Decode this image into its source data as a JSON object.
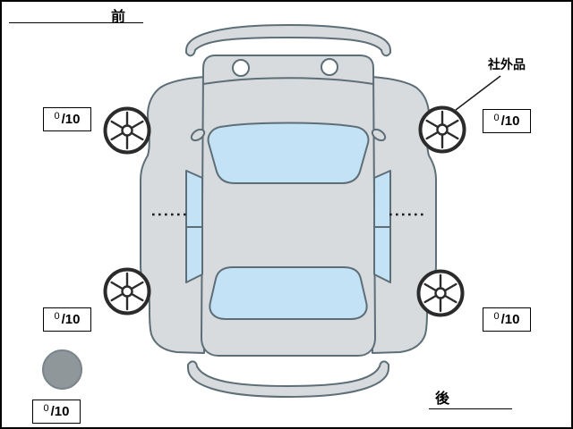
{
  "labels": {
    "front": "前",
    "rear": "後",
    "aftermarket_part": "社外品"
  },
  "tire_scores": {
    "front_left": {
      "value": "0",
      "denom": "/10"
    },
    "front_right": {
      "value": "0",
      "denom": "/10"
    },
    "rear_left": {
      "value": "0",
      "denom": "/10"
    },
    "rear_right": {
      "value": "0",
      "denom": "/10"
    },
    "spare": {
      "value": "0",
      "denom": "/10"
    }
  },
  "icons": {
    "wheel": "alloy-wheel-icon",
    "spare_tire": "spare-tire-circle-icon"
  },
  "colors": {
    "background": "#ffffff",
    "frame_border": "#000000",
    "car_body": "#d7dbde",
    "car_outline": "#5d6e77",
    "window_glass": "#c3e2f5",
    "wheel_line": "#2b2b2b",
    "spare_circle_fill": "#8f979b",
    "text": "#000000"
  }
}
